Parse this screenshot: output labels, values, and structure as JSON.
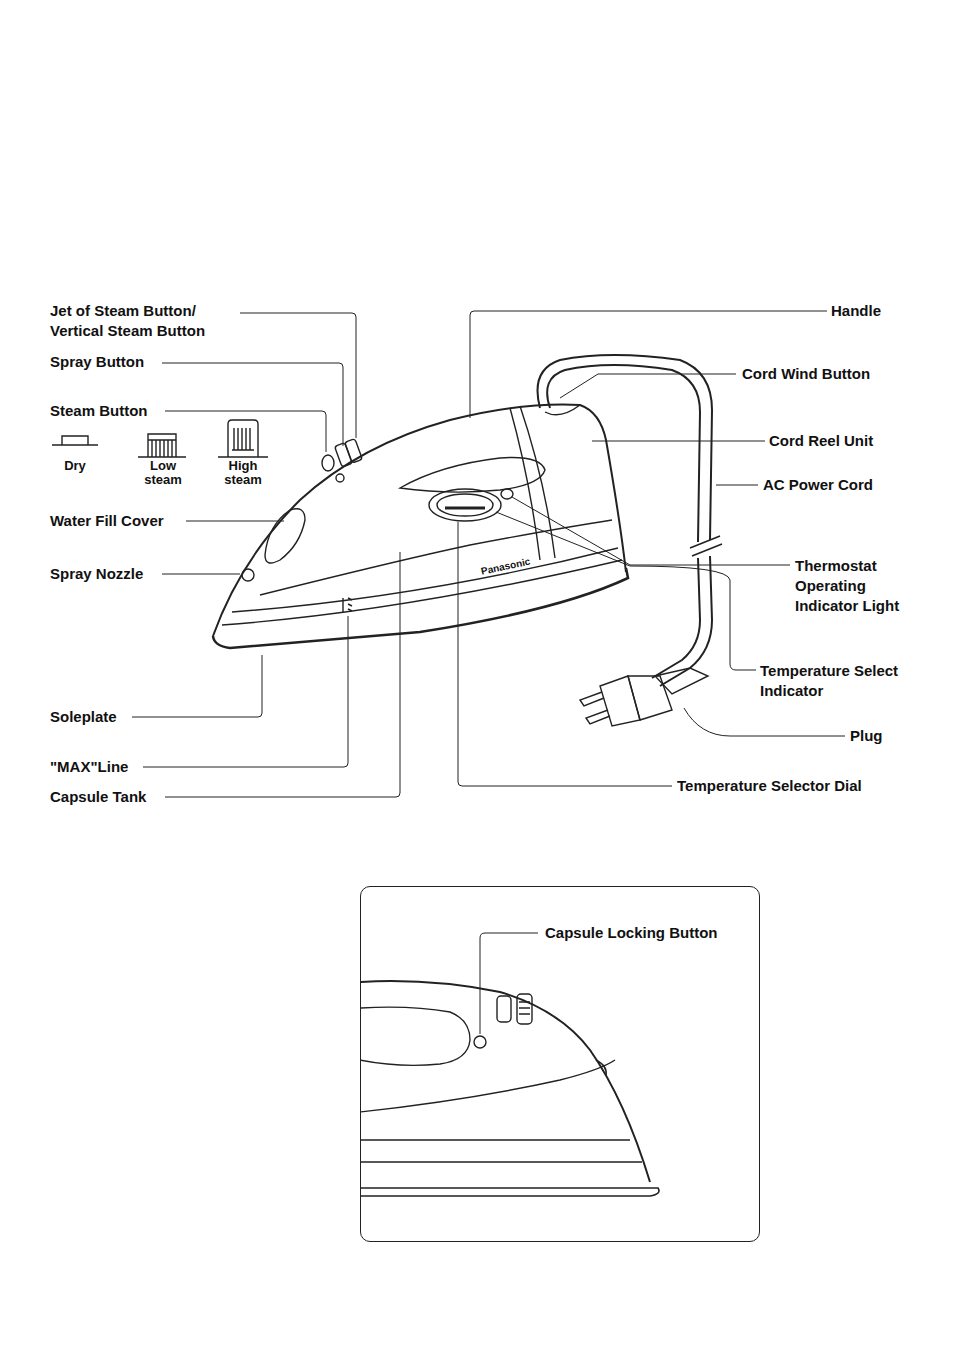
{
  "diagram": {
    "nodes": [
      {
        "text": [
          "Capsule Locking Button"
        ]
      }
    ],
    "labels": [
      "Jet of Steam Button/ Vertical Steam Button",
      "Spray Button",
      "Steam Button",
      "Dry",
      "Low steam",
      "High steam",
      "Water Fill Cover",
      "Spray Nozzle",
      "Soleplate",
      "\"MAX\"Line",
      "Capsule Tank",
      "Handle",
      "Cord Wind Button",
      "Cord Reel Unit",
      "AC Power Cord",
      "Thermostat Operating Indicator Light",
      "Temperature Select Indicator",
      "Plug",
      "Temperature Selector Dial",
      "Panasonic"
    ]
  }
}
